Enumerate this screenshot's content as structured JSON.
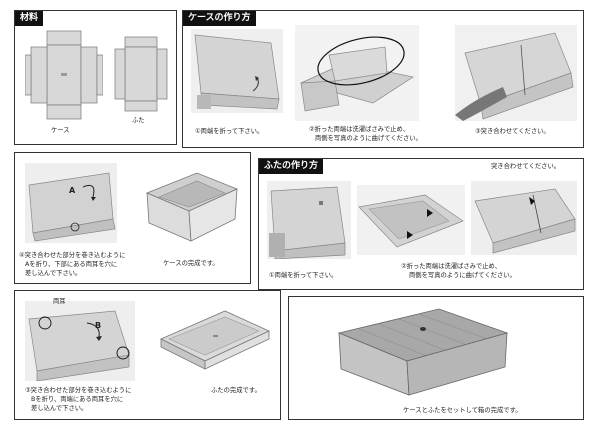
{
  "materials": {
    "header": "材料",
    "case_label": "ケース",
    "lid_label": "ふた"
  },
  "case_assembly": {
    "header": "ケースの作り方",
    "step1": "①両端を折って下さい。",
    "step2_line1": "②折った両端は洗濯ばさみで止め、",
    "step2_line2": "両側を写真のように曲げてください。",
    "step3": "③突き合わせてください。",
    "step4_line1": "④突き合わせた部分を巻き込むように",
    "step4_line2": "Aを折り、下部にある両耳を穴に",
    "step4_line3": "差し込んで下さい。",
    "marker_a": "A",
    "done": "ケースの完成です。"
  },
  "lid_assembly": {
    "header": "ふたの作り方",
    "step1": "①両端を折って下さい。",
    "step2_line1": "②折った両端は洗濯ばさみで止め、",
    "step2_line2": "両側を写真のように曲げてください。",
    "butt_note": "突き合わせてください。",
    "step3_line1": "③突き合わせた部分を巻き込むように",
    "step3_line2": "Bを折り、両端にある両耳を穴に",
    "step3_line3": "差し込んで下さい。",
    "marker_b": "B",
    "ear_label": "両耳",
    "done": "ふたの完成です。"
  },
  "final": {
    "caption": "ケースとふたをセットして箱の完成です。"
  }
}
